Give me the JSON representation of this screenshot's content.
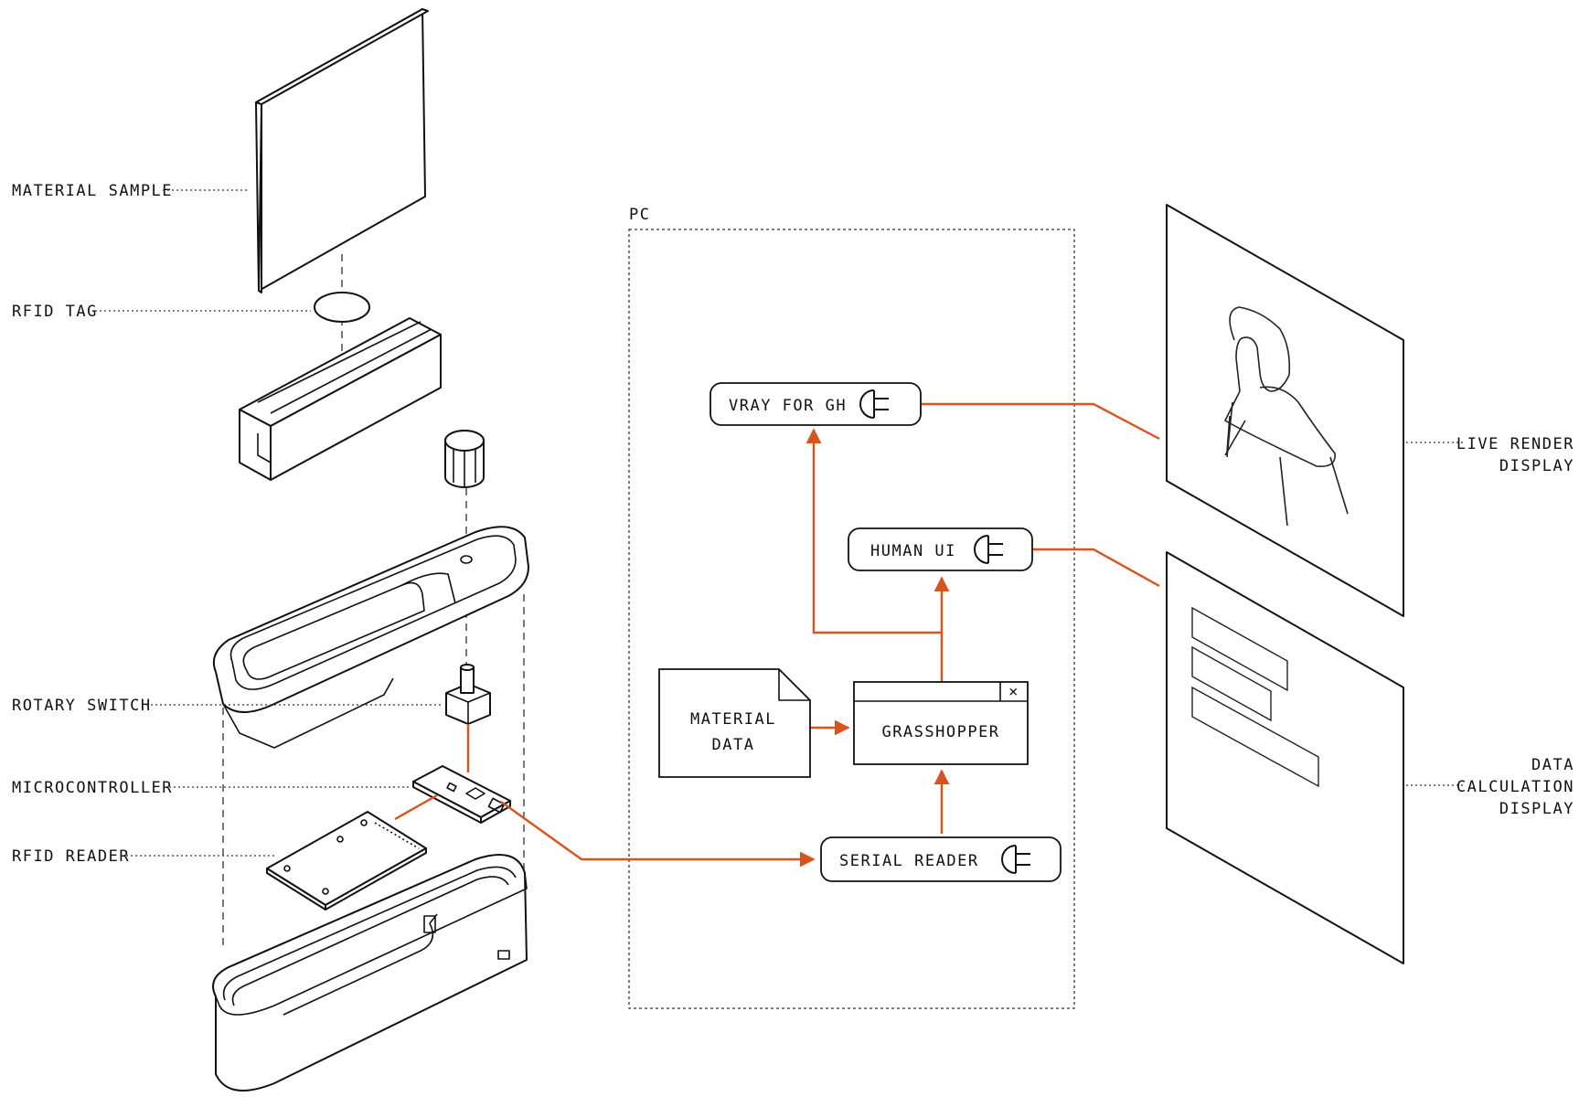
{
  "labels": {
    "material_sample": "MATERIAL SAMPLE",
    "rfid_tag": "RFID TAG",
    "rotary_switch": "ROTARY SWITCH",
    "microcontroller": "MICROCONTROLLER",
    "rfid_reader": "RFID READER",
    "pc": "PC",
    "live_render_line1": "LIVE RENDER",
    "live_render_line2": "DISPLAY",
    "data_calc_line1": "DATA",
    "data_calc_line2": "CALCULATION",
    "data_calc_line3": "DISPLAY"
  },
  "nodes": {
    "vray": "VRAY FOR GH",
    "human_ui": "HUMAN UI",
    "material_data_line1": "MATERIAL",
    "material_data_line2": "DATA",
    "grasshopper": "GRASSHOPPER",
    "grasshopper_close": "×",
    "serial_reader": "SERIAL READER"
  },
  "colors": {
    "flow": "#d9531e",
    "ink": "#111111"
  },
  "icons": [
    "plug-icon",
    "close-icon"
  ]
}
